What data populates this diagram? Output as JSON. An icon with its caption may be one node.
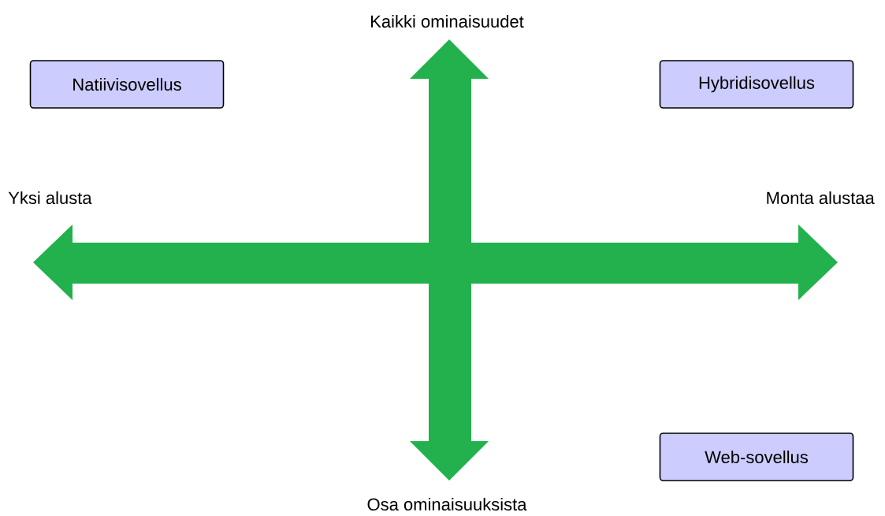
{
  "diagram": {
    "nodes": [
      {
        "text": [
          "Natiivisovellus"
        ]
      },
      {
        "text": [
          "Hybridisovellus"
        ]
      },
      {
        "text": [
          "Web-sovellus"
        ]
      }
    ],
    "labels": [
      "Kaikki ominaisuudet",
      "Yksi alusta",
      "Monta alustaa",
      "Osa ominaisuuksista"
    ]
  }
}
